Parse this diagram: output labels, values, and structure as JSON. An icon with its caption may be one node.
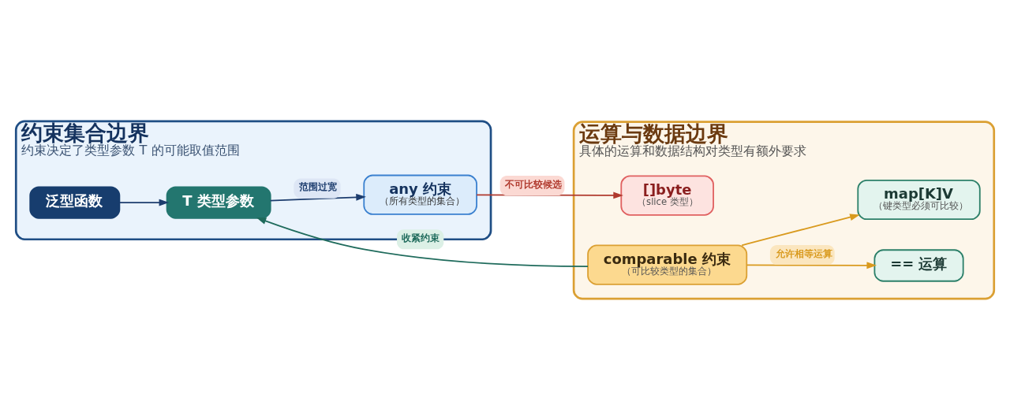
{
  "diagram": {
    "nodes": [
      {
        "text": [
          "约束集合边界",
          "约束决定了类型参数 T 的可能取值范围"
        ]
      },
      {
        "text": [
          "泛型函数"
        ],
        "in": 0
      },
      {
        "text": [
          "T 类型参数"
        ],
        "in": 0
      },
      {
        "text": [
          "any 约束",
          "（所有类型的集合）"
        ],
        "in": 0
      },
      {
        "text": [
          "运算与数据边界",
          "具体的运算和数据结构对类型有额外要求"
        ]
      },
      {
        "text": [
          "[]byte",
          "（slice 类型）"
        ],
        "in": 4
      },
      {
        "text": [
          "comparable 约束",
          "（可比较类型的集合）"
        ],
        "in": 4
      },
      {
        "text": [
          "== 运算"
        ],
        "in": 4
      },
      {
        "text": [
          "map[K]V",
          "（键类型必须可比较）"
        ],
        "in": 4
      }
    ],
    "edges": [
      {
        "from": 1,
        "to": 2,
        "arrow": "to"
      },
      {
        "from": 2,
        "to": 3,
        "arrow": "to",
        "label": "范围过宽"
      },
      {
        "from": 3,
        "to": 5,
        "arrow": "to",
        "label": "不可比较候选",
        "color": "#b03a2e"
      },
      {
        "from": 6,
        "to": 2,
        "arrow": "to",
        "label": "收紧约束",
        "color": "#1f6b5c"
      },
      {
        "from": 6,
        "to": 7,
        "arrow": "to",
        "label": "允许相等运算",
        "color": "#d99a1e"
      },
      {
        "from": 6,
        "to": 8,
        "arrow": "to",
        "color": "#d99a1e"
      }
    ]
  }
}
